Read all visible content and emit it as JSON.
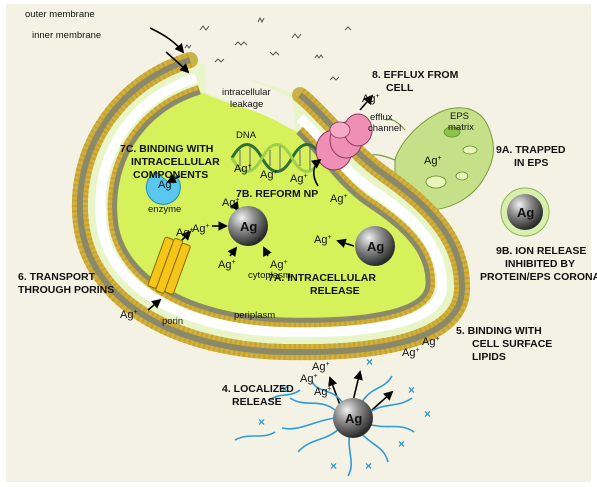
{
  "labels": {
    "outer_membrane": "outer membrane",
    "inner_membrane": "inner membrane",
    "intracellular_leakage": [
      "intracellular",
      "leakage"
    ],
    "efflux_from_cell": [
      "8. EFFLUX FROM",
      "CELL"
    ],
    "efflux_channel": [
      "efflux",
      "channel"
    ],
    "eps_matrix": [
      "EPS",
      "matrix"
    ],
    "trapped_in_eps": [
      "9A. TRAPPED",
      "IN EPS"
    ],
    "ion_release_inhibited": [
      "9B. ION RELEASE",
      "INHIBITED BY",
      "PROTEIN/EPS CORONA"
    ],
    "binding_intracellular": [
      "7C. BINDING WITH",
      "INTRACELLULAR",
      "COMPONENTS"
    ],
    "dna": "DNA",
    "enzyme": "enzyme",
    "reform_np": "7B. REFORM NP",
    "cytoplasm": "cytoplasm",
    "intracellular_release": [
      "7A. INTRACELLULAR",
      "RELEASE"
    ],
    "transport_porins": [
      "6. TRANSPORT",
      "THROUGH PORINS"
    ],
    "porin": "porin",
    "periplasm": "periplasm",
    "binding_lipids": [
      "5. BINDING WITH",
      "CELL SURFACE",
      "LIPIDS"
    ],
    "localized_release": [
      "4. LOCALIZED",
      "RELEASE"
    ],
    "ag_ion": "Ag",
    "ag_charge": "+",
    "ag_np": "Ag"
  },
  "colors": {
    "background": "#f4f2e4",
    "cytoplasm": "#d6f15a",
    "membrane_band": "#e8f5c8",
    "lipid_head": "#d4a017",
    "eps": "#c6e08a",
    "efflux_pump": "#f08fb5",
    "porin": "#f5c518",
    "enzyme": "#5ac8ee",
    "corona": "#2e9ad6",
    "nanoparticle": "#7a7a7a"
  }
}
